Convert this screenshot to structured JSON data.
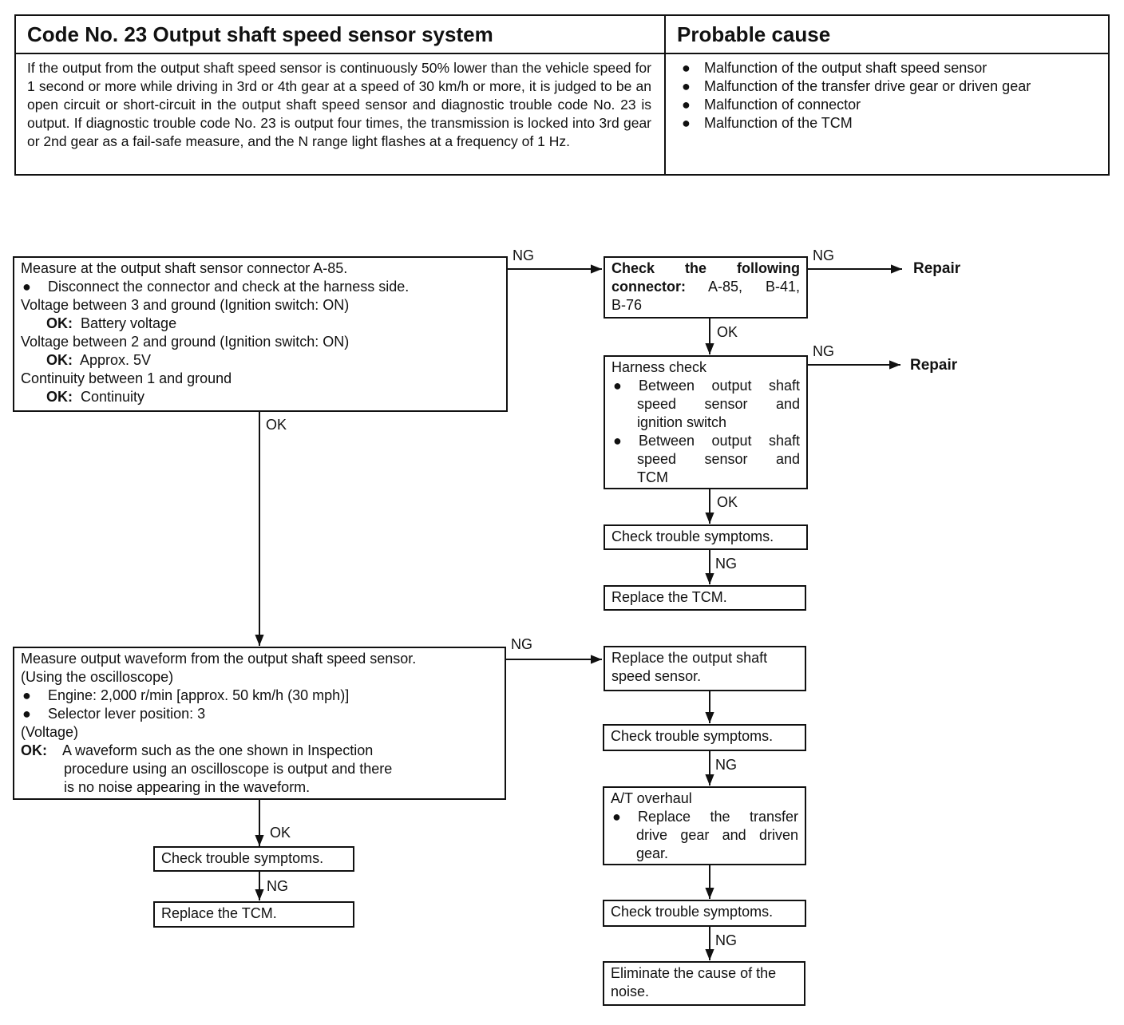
{
  "header": {
    "title": "Code No. 23 Output shaft speed sensor system",
    "cause_title": "Probable cause",
    "description": "If the output from the output shaft speed sensor is continuously 50% lower than the vehicle speed for 1 second or more while driving in 3rd or 4th gear at a speed of 30 km/h or more, it is judged to be an open circuit or short-circuit in the output shaft speed sensor and diagnostic trouble code No. 23 is output. If diagnostic trouble code No. 23 is output four times, the transmission is locked into 3rd gear or 2nd gear as a fail-safe measure, and the N range light flashes at a frequency of 1 Hz.",
    "causes": [
      "Malfunction of the output shaft speed sensor",
      "Malfunction of the transfer drive gear or driven gear",
      "Malfunction of connector",
      "Malfunction of the TCM"
    ]
  },
  "bullet": "●",
  "labels": {
    "ok": "OK",
    "ng": "NG",
    "ok_colon": "OK:",
    "repair": "Repair"
  },
  "box1": {
    "title": "Measure at the output shaft sensor connector A-85.",
    "bullet": "Disconnect the connector and check at the harness side.",
    "l1": "Voltage between 3 and ground (Ignition switch: ON)",
    "l1_ok": "Battery voltage",
    "l2": "Voltage between 2 and ground (Ignition switch: ON)",
    "l2_ok": "Approx. 5V",
    "l3": "Continuity between 1 and ground",
    "l3_ok": "Continuity"
  },
  "connector_box": {
    "l1": "Check the following",
    "l2_bold": "connector:",
    "l2_rest": "A-85, B-41,",
    "l3": "B-76"
  },
  "harness_box": {
    "title": "Harness check",
    "b1_l1": "Between output shaft",
    "b1_l2": "speed sensor and",
    "b1_l3": "ignition switch",
    "b2_l1": "Between output shaft",
    "b2_l2": "speed sensor and",
    "b2_l3": "TCM"
  },
  "check_symptoms": "Check trouble symptoms.",
  "replace_tcm": "Replace the TCM.",
  "box2": {
    "l1": "Measure output waveform from the output shaft speed sensor.",
    "l2": "(Using the oscilloscope)",
    "b1": "Engine: 2,000 r/min [approx. 50 km/h (30 mph)]",
    "b2": "Selector lever position: 3",
    "l3": "(Voltage)",
    "ok1": "A waveform such as the one shown in Inspection",
    "ok2": "procedure using an oscilloscope is output and there",
    "ok3": "is no noise appearing in the waveform."
  },
  "replace_sensor": {
    "l1": "Replace the output shaft",
    "l2": "speed sensor."
  },
  "overhaul": {
    "title": "A/T overhaul",
    "b1": "Replace the transfer",
    "b2": "drive gear and driven",
    "b3": "gear."
  },
  "eliminate": {
    "l1": "Eliminate the cause of the",
    "l2": "noise."
  }
}
